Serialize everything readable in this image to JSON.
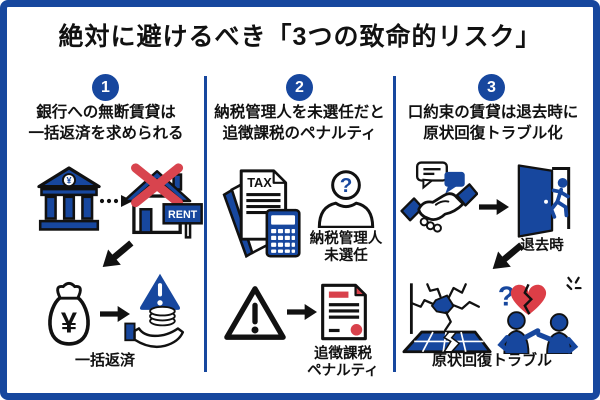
{
  "title": "絶対に避けるべき「3つの致命的リスク」",
  "colors": {
    "primary_blue": "#17479E",
    "accent_red": "#D8414B",
    "ink": "#111111"
  },
  "columns": [
    {
      "number": "1",
      "heading_line1": "銀行への無断賃貸は",
      "heading_line2": "一括返済を求められる",
      "bank_currency": "¥",
      "rent_sign": "RENT",
      "bag_currency": "¥",
      "bottom_label": "一括返済",
      "icons": [
        "bank-icon",
        "dotted-arrow-icon",
        "house-crossed-rent-icon",
        "down-left-arrow-icon",
        "money-bag-icon",
        "right-arrow-icon",
        "warning-triangle-blue-icon",
        "hand-coins-icon"
      ]
    },
    {
      "number": "2",
      "heading_line1": "納税管理人を未選任だと",
      "heading_line2": "追徴課税のペナルティ",
      "tax_label": "TAX",
      "person_mark": "?",
      "middle_label_line1": "納税管理人",
      "middle_label_line2": "未選任",
      "bottom_label_line1": "追徴課税",
      "bottom_label_line2": "ペナルティ",
      "icons": [
        "tax-documents-calculator-icon",
        "unknown-person-icon",
        "warning-triangle-outline-icon",
        "right-arrow-icon",
        "penalty-document-icon"
      ]
    },
    {
      "number": "3",
      "heading_line1": "口約束の賃貸は退去時に",
      "heading_line2": "原状回復トラブル化",
      "middle_label": "退去時",
      "question_mark": "?",
      "bottom_label": "原状回復トラブル",
      "icons": [
        "handshake-speech-icon",
        "right-arrow-icon",
        "exit-door-icon",
        "down-left-arrow-icon",
        "cracked-wall-icon",
        "quarrel-icon"
      ]
    }
  ]
}
